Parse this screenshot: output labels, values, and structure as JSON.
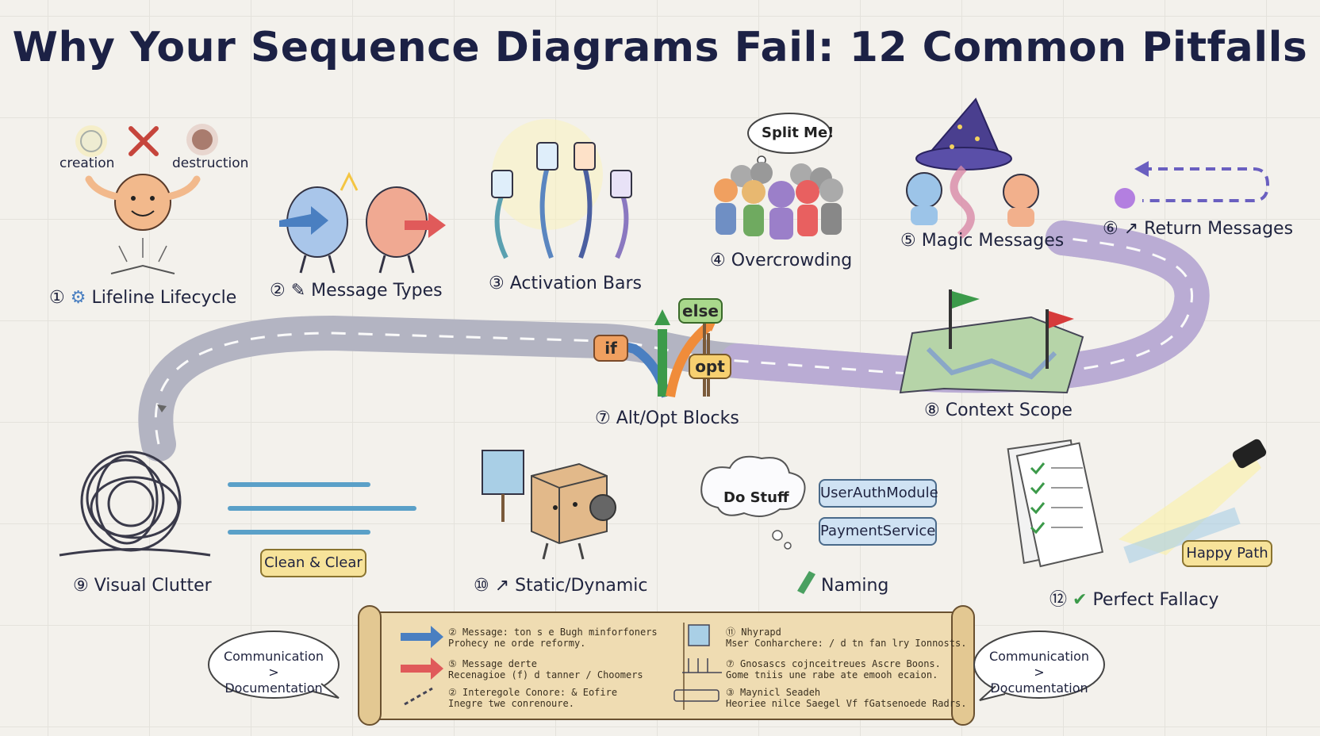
{
  "title": "Why Your Sequence Diagrams Fail: 12 Common Pitfalls",
  "pitfalls": [
    {
      "num": "①",
      "label": "Lifeline Lifecycle"
    },
    {
      "num": "②",
      "label": "Message Types"
    },
    {
      "num": "③",
      "label": "Activation Bars"
    },
    {
      "num": "④",
      "label": "Overcrowding"
    },
    {
      "num": "⑤",
      "label": "Magic Messages"
    },
    {
      "num": "⑥",
      "label": "Return Messages"
    },
    {
      "num": "⑦",
      "label": "Alt/Opt Blocks"
    },
    {
      "num": "⑧",
      "label": "Context Scope"
    },
    {
      "num": "⑨",
      "label": "Visual Clutter"
    },
    {
      "num": "⑩",
      "label": "Static/Dynamic"
    },
    {
      "num": "",
      "label": "Naming"
    },
    {
      "num": "⑫",
      "label": "Perfect Fallacy"
    }
  ],
  "lifecycle": {
    "creation": "creation",
    "destruction": "destruction"
  },
  "overcrowding_bubble": "Split Me!",
  "alt_signs": {
    "if": "if",
    "else": "else",
    "opt": "opt"
  },
  "clutter_tag": "Clean & Clear",
  "naming": {
    "bad": "Do Stuff",
    "good1": "UserAuthModule",
    "good2": "PaymentService"
  },
  "happy_path": "Happy Path",
  "communication_bubble": "Communication > Documentation",
  "scroll": {
    "left": [
      {
        "num": "②",
        "line1": "Message: ton s e Bugh minforfoners",
        "line2": "Prohecy ne orde reformy."
      },
      {
        "num": "⑤",
        "line1": "Message derte",
        "line2": "Recenagioe (f) d tanner / Choomers"
      },
      {
        "num": "②",
        "line1": "Interegole Conore: & Eofire",
        "line2": "Inegre twe conrenoure."
      }
    ],
    "right": [
      {
        "num": "⑪",
        "line1": "Nhyrapd",
        "line2": "Mser Conharchere: / d tn fan lry Ionnosts."
      },
      {
        "num": "⑦",
        "line1": "Gnosascs cojnceitreues Ascre Boons.",
        "line2": "Gome tniis une rabe ate emooh ecaion."
      },
      {
        "num": "③",
        "line1": "Maynicl Seadeh",
        "line2": "Heoriee nilce Saegel Vf fGatsenoede Radrs."
      }
    ]
  },
  "colors": {
    "title": "#1c2145",
    "road": "#a9aab8",
    "road_purple": "#b59fd6",
    "parchment": "#efdcb2",
    "tag_yellow": "#f7e39a",
    "tag_blue": "#cfe2f3",
    "arrow_blue": "#4a7fc1",
    "arrow_red": "#e05a5a",
    "flag_green": "#3c9a4a",
    "flag_red": "#d63b3b"
  },
  "icons": [
    "gear-icon",
    "pen-icon",
    "check-icon",
    "arrow-icon",
    "flag-icon",
    "wizard-hat-icon",
    "spotlight-icon",
    "scroll-icon",
    "cloud-icon",
    "cube-character-icon"
  ]
}
